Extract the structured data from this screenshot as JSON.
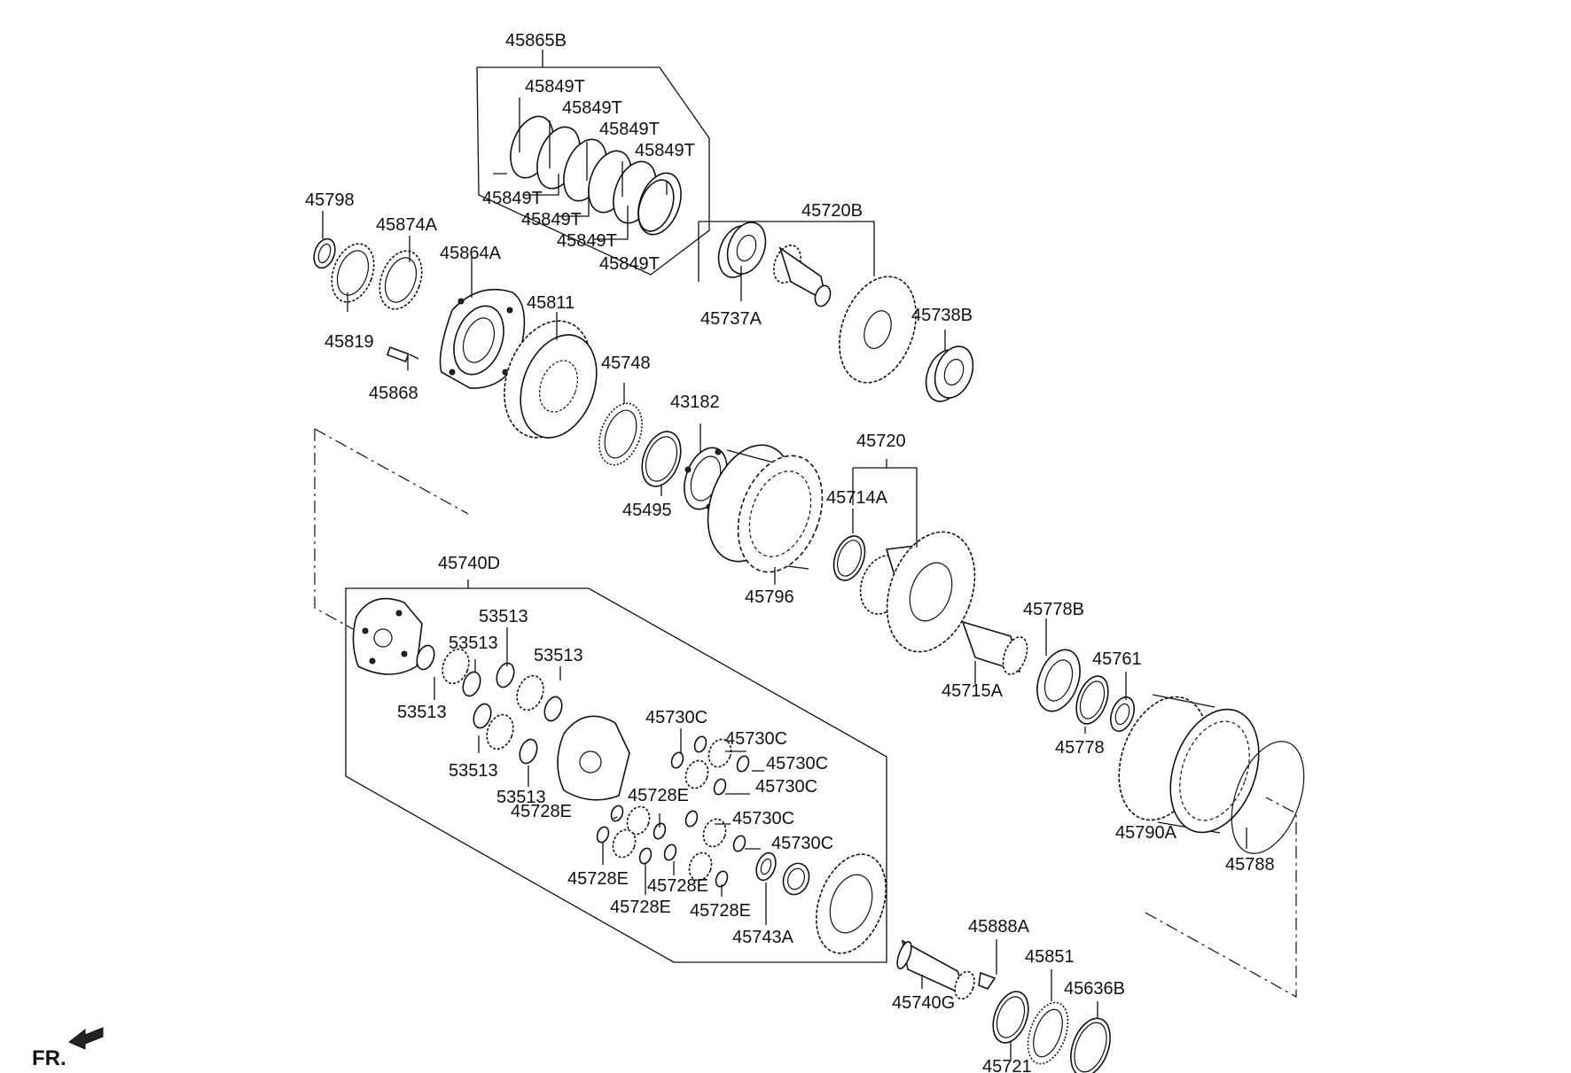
{
  "diagram": {
    "direction_label": "FR.",
    "part_labels": {
      "p45865B": "45865B",
      "p45849T_1": "45849T",
      "p45849T_2": "45849T",
      "p45849T_3": "45849T",
      "p45849T_4": "45849T",
      "p45849T_5": "45849T",
      "p45849T_6": "45849T",
      "p45849T_7": "45849T",
      "p45849T_8": "45849T",
      "p45798": "45798",
      "p45874A": "45874A",
      "p45864A": "45864A",
      "p45819": "45819",
      "p45868": "45868",
      "p45811": "45811",
      "p45748": "45748",
      "p45720B": "45720B",
      "p45737A": "45737A",
      "p45738B": "45738B",
      "p43182": "43182",
      "p45495": "45495",
      "p45720": "45720",
      "p45714A": "45714A",
      "p45796": "45796",
      "p45740D": "45740D",
      "p53513_1": "53513",
      "p53513_2": "53513",
      "p53513_3": "53513",
      "p53513_4": "53513",
      "p53513_5": "53513",
      "p53513_6": "53513",
      "p45730C_1": "45730C",
      "p45730C_2": "45730C",
      "p45730C_3": "45730C",
      "p45730C_4": "45730C",
      "p45730C_5": "45730C",
      "p45730C_6": "45730C",
      "p45728E_1": "45728E",
      "p45728E_2": "45728E",
      "p45728E_3": "45728E",
      "p45728E_4": "45728E",
      "p45728E_5": "45728E",
      "p45728E_6": "45728E",
      "p45743A": "45743A",
      "p45778B": "45778B",
      "p45715A": "45715A",
      "p45761": "45761",
      "p45778": "45778",
      "p45790A": "45790A",
      "p45788": "45788",
      "p45888A": "45888A",
      "p45851": "45851",
      "p45636B": "45636B",
      "p45740G": "45740G",
      "p45721": "45721"
    }
  }
}
